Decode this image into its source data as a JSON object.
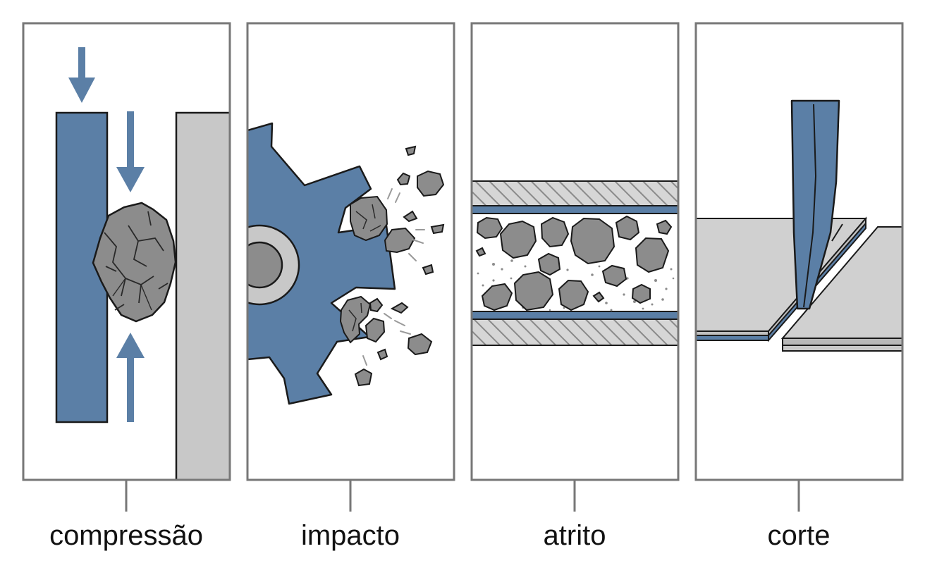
{
  "panels": [
    {
      "id": "compression",
      "label": "compressão"
    },
    {
      "id": "impact",
      "label": "impacto"
    },
    {
      "id": "attrition",
      "label": "atrito"
    },
    {
      "id": "cutting",
      "label": "corte"
    }
  ],
  "colors": {
    "steel_blue": "#5b7fa6",
    "light_gray": "#c8c8c8",
    "rock_gray": "#8c8c8c",
    "frame": "#777777",
    "outline": "#1a1a1a"
  }
}
